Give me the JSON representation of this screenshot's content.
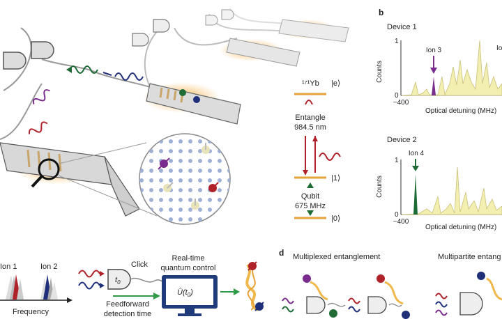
{
  "panels": {
    "b": "b",
    "d": "d"
  },
  "energy": {
    "species": "¹⁷¹Yb",
    "level_e": "|e⟩",
    "level_1": "|1⟩",
    "level_0": "|0⟩",
    "entangle_line1": "Entangle",
    "entangle_line2": "984.5 nm",
    "qubit_line1": "Qubit",
    "qubit_line2": "675 MHz"
  },
  "spectra": {
    "device1": {
      "title": "Device 1",
      "ylabel": "Counts",
      "xlabel": "Optical detuning (MHz)",
      "y_tick_top": "1",
      "y_tick_bottom": "0",
      "x_tick_left": "−400",
      "ion_label": "Ion 3",
      "cut_label": "Io"
    },
    "device2": {
      "title": "Device 2",
      "ylabel": "Counts",
      "xlabel": "Optical detuning (MHz)",
      "y_tick_top": "1",
      "y_tick_bottom": "0",
      "x_tick_left": "−400",
      "ion_label": "Ion 4"
    }
  },
  "bottom": {
    "ion1": "Ion 1",
    "ion2": "Ion 2",
    "frequency": "Frequency",
    "click": "Click",
    "t0": "t",
    "t0_sub": "0",
    "rt_line1": "Real-time",
    "rt_line2": "quantum control",
    "u_label": "Û(t",
    "u_sub": "0",
    "u_close": ")",
    "ff_line1": "Feedforward",
    "ff_line2": "detection time"
  },
  "panel_d": {
    "multiplexed": "Multiplexed entanglement",
    "multipartite": "Multipartite entang"
  },
  "colors": {
    "spectrum_fill": "#f3efb0",
    "spectrum_line": "#c9c07a",
    "purple": "#7a2d8c",
    "green": "#1e6b35",
    "red": "#b0222a",
    "navy": "#1f2f7a",
    "orange": "#e8a13a",
    "gold": "#f0b84a"
  }
}
